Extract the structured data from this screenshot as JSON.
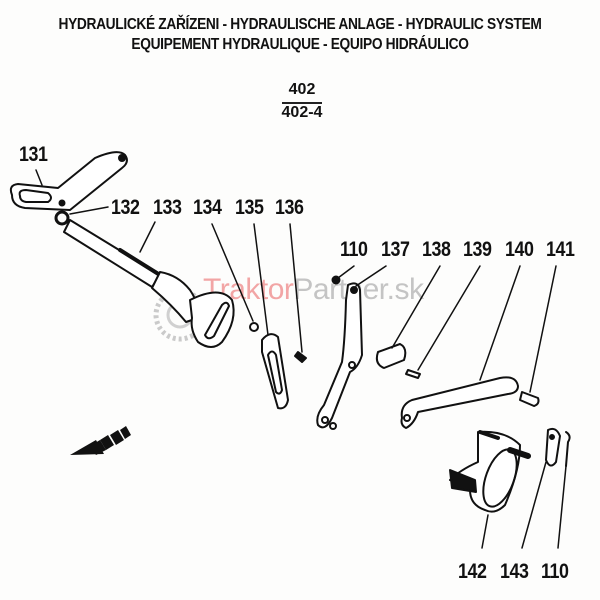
{
  "header": {
    "title_line1": "HYDRAULICKÉ ZAŘÍZENI - HYDRAULISCHE ANLAGE - HYDRAULIC SYSTEM",
    "title_line2": "EQUIPEMENT HYDRAULIQUE - EQUIPO HIDRÁULICO"
  },
  "model": {
    "numerator": "402",
    "denominator": "402-4"
  },
  "part_labels": {
    "p131": "131",
    "p132": "132",
    "p133": "133",
    "p134": "134",
    "p135": "135",
    "p136": "136",
    "p110a": "110",
    "p137": "137",
    "p138": "138",
    "p139": "139",
    "p140": "140",
    "p141": "141",
    "p142": "142",
    "p143": "143",
    "p110b": "110"
  },
  "watermark": {
    "part1": "Traktor",
    "part2": "Partner.sk",
    "icon": "gear-icon",
    "color_primary": "#f2a5a5",
    "color_secondary": "#c4c4c4"
  },
  "direction_arrow": {
    "icon": "direction-arrow-icon"
  }
}
